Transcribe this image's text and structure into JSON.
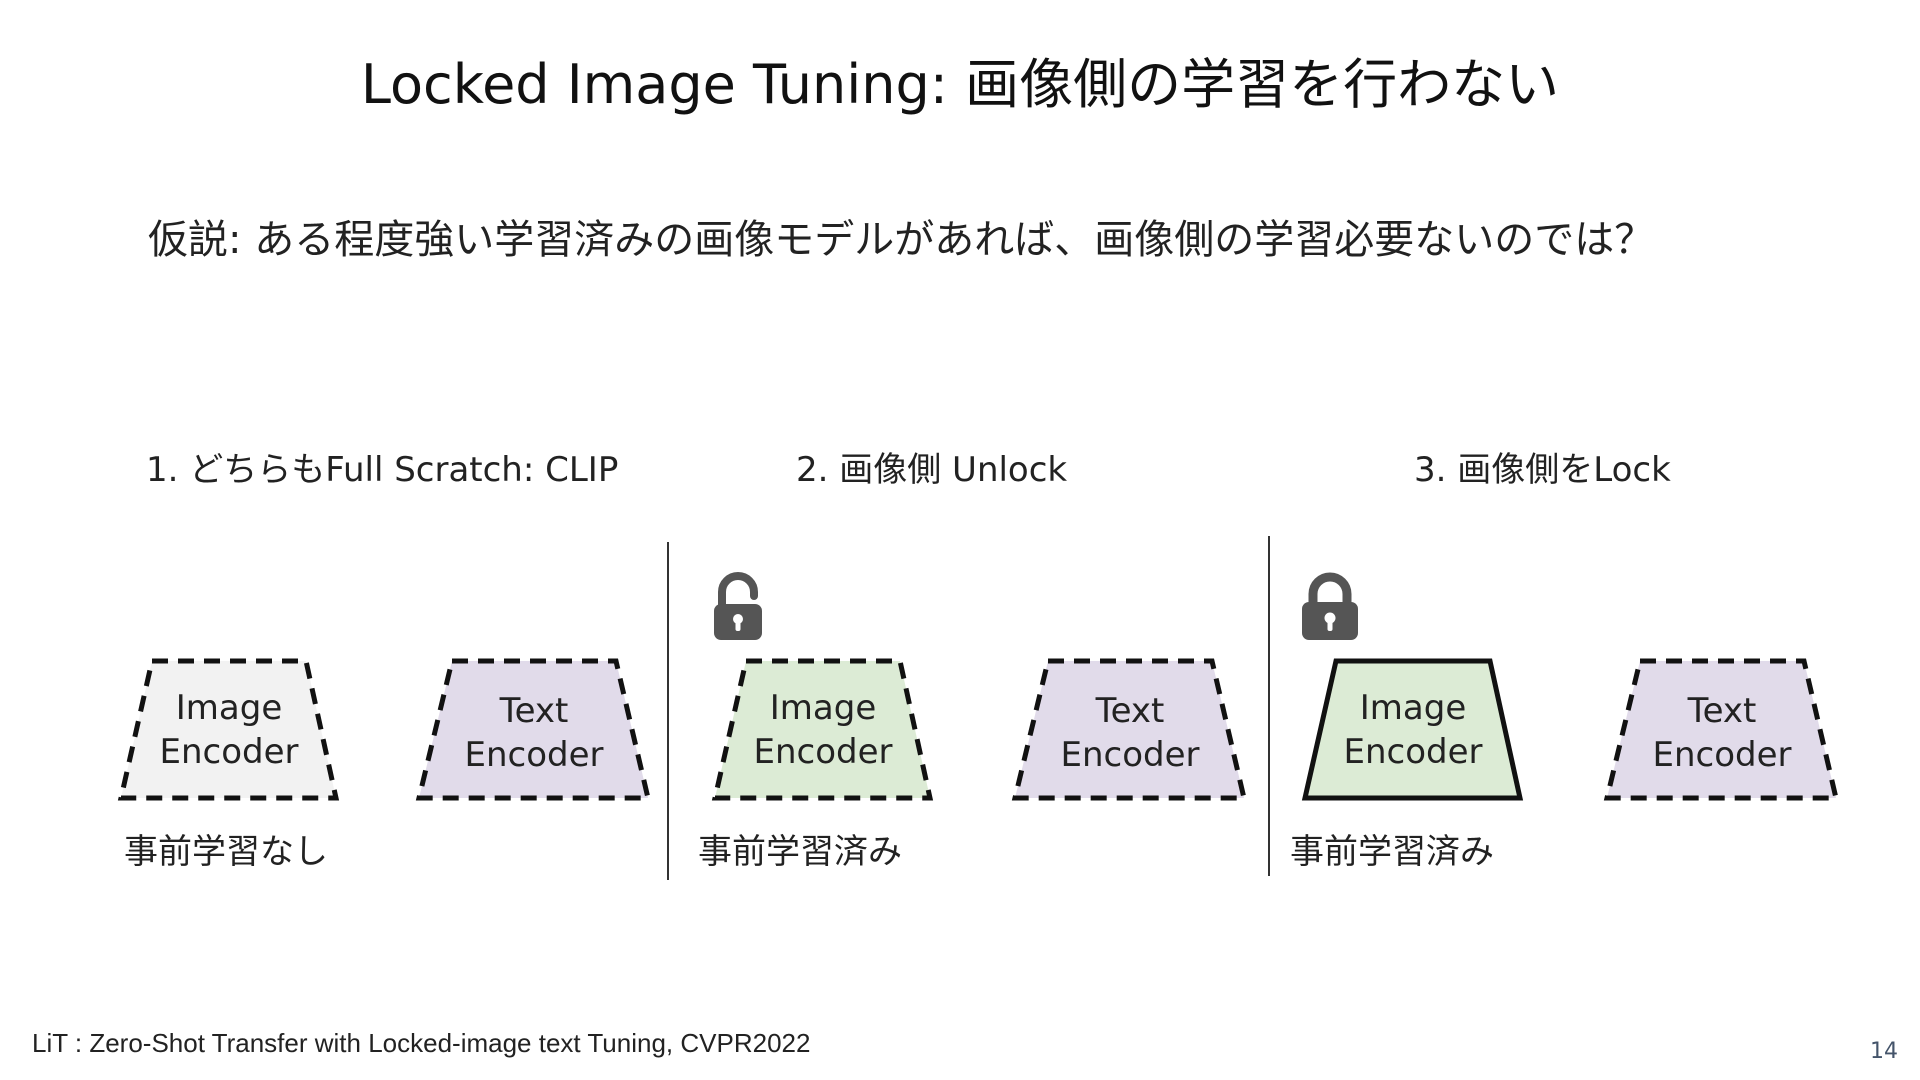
{
  "slide": {
    "title": "Locked Image Tuning: 画像側の学習を行わない",
    "hypothesis": "仮説: ある程度強い学習済みの画像モデルがあれば、画像側の学習必要ないのでは？",
    "reference": "LiT : Zero-Shot Transfer with Locked-image text Tuning, CVPR2022",
    "page_number": "14"
  },
  "columns": [
    {
      "heading": "1. どちらもFull Scratch: CLIP",
      "image_encoder": {
        "line1": "Image",
        "line2": "Encoder",
        "state": "training from scratch",
        "fill": "#f2f2f2"
      },
      "text_encoder": {
        "line1": "Text",
        "line2": "Encoder",
        "fill": "#e1dbea"
      },
      "caption": "事前学習なし"
    },
    {
      "heading": "2. 画像側 Unlock",
      "lock_icon": "unlocked-padlock-icon",
      "image_encoder": {
        "line1": "Image",
        "line2": "Encoder",
        "state": "fine-tuned",
        "fill": "#dcebd5"
      },
      "text_encoder": {
        "line1": "Text",
        "line2": "Encoder",
        "fill": "#e1dbea"
      },
      "caption": "事前学習済み"
    },
    {
      "heading": "3. 画像側をLock",
      "lock_icon": "locked-padlock-icon",
      "image_encoder": {
        "line1": "Image",
        "line2": "Encoder",
        "state": "locked (frozen)",
        "fill": "#dcebd5"
      },
      "text_encoder": {
        "line1": "Text",
        "line2": "Encoder",
        "fill": "#e1dbea"
      },
      "caption": "事前学習済み"
    }
  ],
  "colors": {
    "scratch_fill": "#f2f2f2",
    "pretrained_fill": "#dcebd5",
    "text_encoder_fill": "#e1dbea",
    "lock_icon": "#555555",
    "page_number": "#44546a"
  }
}
